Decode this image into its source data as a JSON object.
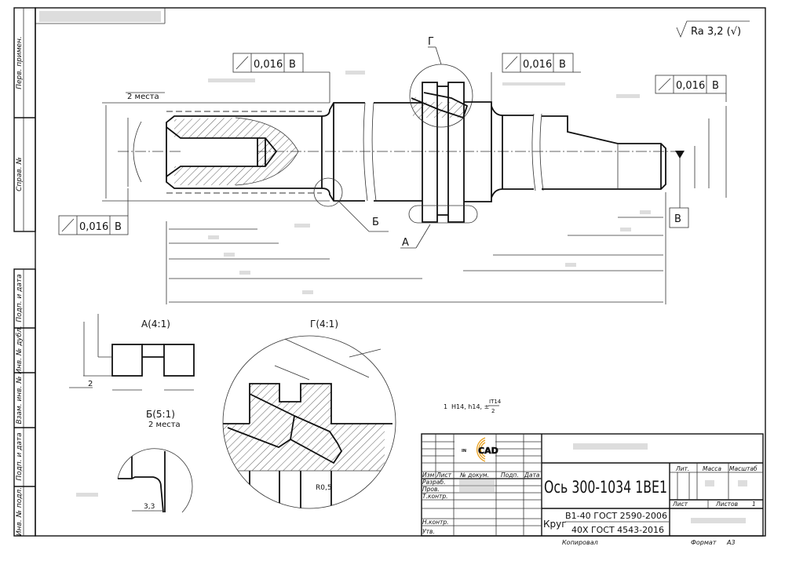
{
  "side_strip": {
    "labels": [
      "Перв. примен.",
      "Справ. №",
      "Подп. и дата",
      "Инв. № дубл.",
      "Взам. инв. №",
      "Подп. и дата",
      "Инв. № подл."
    ]
  },
  "roughness": {
    "symbol": "√",
    "text": "Ra 3,2 (√)"
  },
  "tolerances": [
    {
      "symbol": "runout-arrow",
      "value": "0,016",
      "datum": "B"
    },
    {
      "symbol": "runout-arrow",
      "value": "0,016",
      "datum": "B"
    },
    {
      "symbol": "runout-arrow",
      "value": "0,016",
      "datum": "B"
    },
    {
      "symbol": "runout-arrow",
      "value": "0,016",
      "datum": "B"
    }
  ],
  "datum_label": "B",
  "main_view": {
    "places_note": "2 места",
    "detail_callouts": {
      "g": "Г",
      "b": "Б",
      "a": "А"
    }
  },
  "details": {
    "a": {
      "title": "А(4:1)",
      "dim": "2"
    },
    "g": {
      "title": "Г(4:1)",
      "dim_r": "R0,5"
    },
    "b": {
      "title": "Б(5:1)",
      "note": "2 места",
      "dim": "3,3"
    }
  },
  "notes": {
    "index": "1",
    "text": "H14, h14, ±",
    "num": "IT14",
    "den": "2"
  },
  "title_block": {
    "logo": {
      "prefix": "IN",
      "text": "CAD"
    },
    "header": [
      "Изм",
      "Лист",
      "№ докум.",
      "Подп.",
      "Дата"
    ],
    "roles": [
      "Разраб.",
      "Пров.",
      "Т.контр.",
      "Н.контр.",
      "Утв."
    ],
    "designation": "Ось 300-1034 1ВЕ1",
    "material_prefix": "Круг",
    "material_top": "В1-40 ГОСТ 2590-2006",
    "material_bottom": "40Х ГОСТ 4543-2016",
    "lit_label": "Лит.",
    "mass_label": "Масса",
    "scale_label": "Масштаб",
    "sheet_label": "Лист",
    "sheets_label": "Листов",
    "sheets_value": "1",
    "copied": "Копировал",
    "format_label": "Формат",
    "format_value": "А3"
  }
}
